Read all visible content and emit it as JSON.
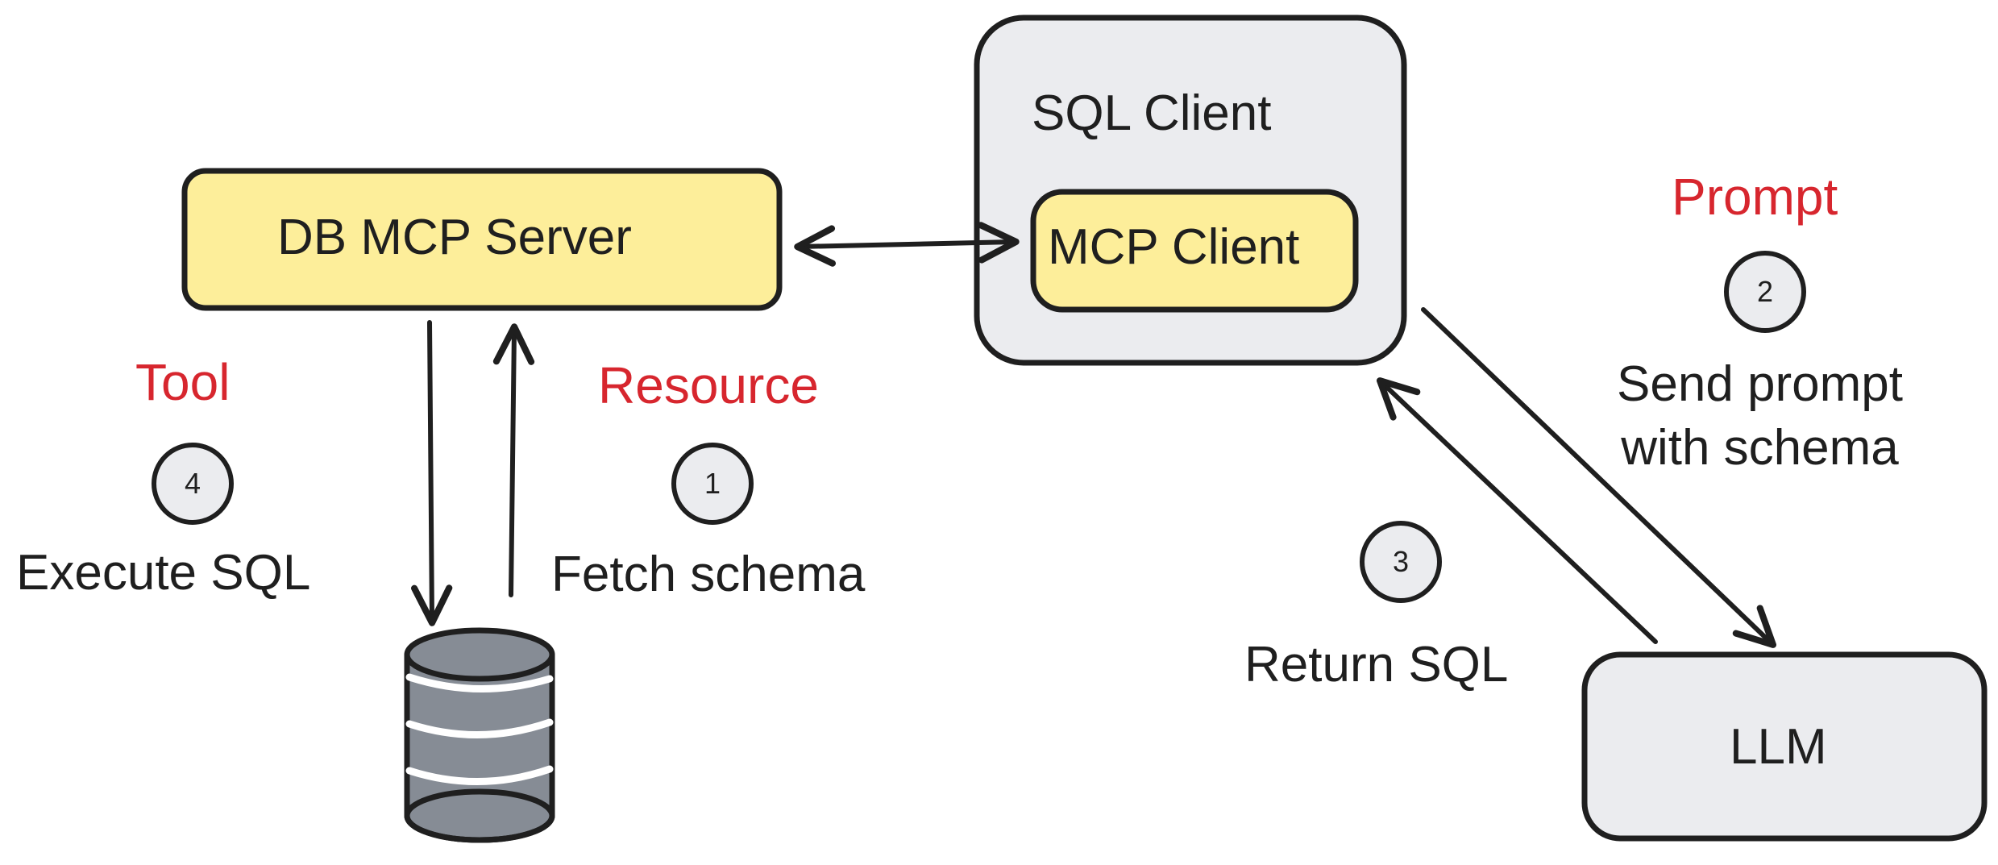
{
  "nodes": {
    "db_mcp_server": "DB MCP Server",
    "sql_client": "SQL Client",
    "mcp_client": "MCP Client",
    "llm": "LLM"
  },
  "labels": {
    "tool": "Tool",
    "resource": "Resource",
    "prompt": "Prompt"
  },
  "steps": [
    {
      "number": "1",
      "text": "Fetch schema"
    },
    {
      "number": "2",
      "text": "Send prompt\nwith schema"
    },
    {
      "number": "3",
      "text": "Return SQL"
    },
    {
      "number": "4",
      "text": "Execute SQL"
    }
  ],
  "colors": {
    "server_fill": "#fdee9a",
    "client_fill": "#ebecef",
    "database_fill": "#868c95",
    "outline": "#1f1f1f",
    "accent_red": "#d7262e",
    "badge_fill": "#ebecef"
  },
  "icons": {
    "database": "database-cylinder-icon"
  }
}
